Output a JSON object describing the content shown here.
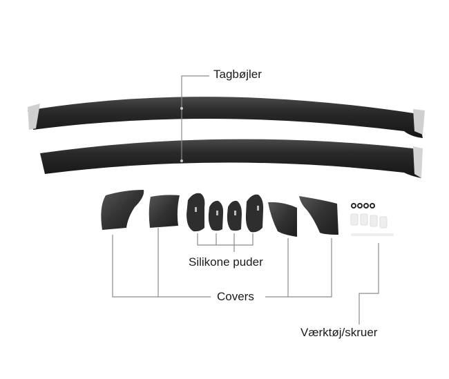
{
  "labels": {
    "roof_bars": "Tagbøjler",
    "silicone_pads": "Silikone puder",
    "covers": "Covers",
    "tools_screws": "Værktøj/skruer"
  },
  "colors": {
    "part": "#2b2b2b",
    "leader_line": "#8a8a8a"
  }
}
